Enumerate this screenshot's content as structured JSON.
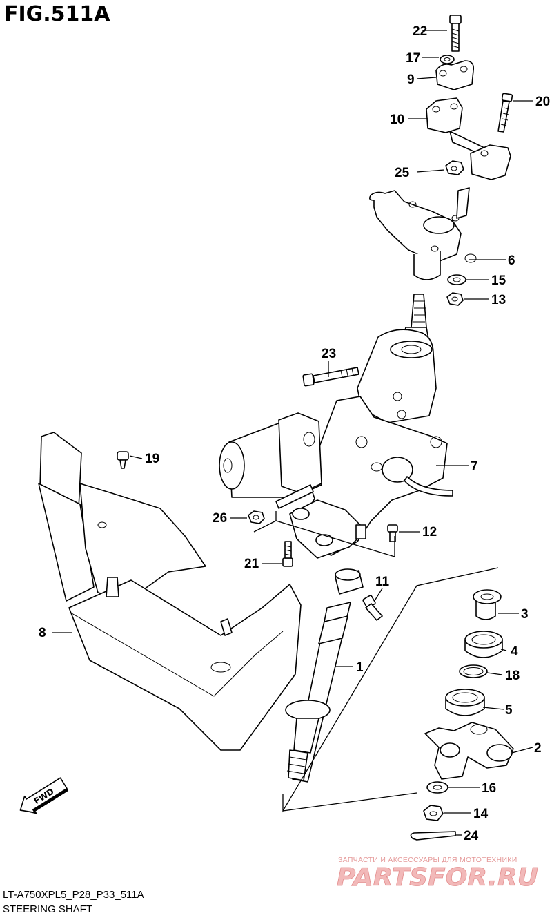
{
  "figure": {
    "title": "FIG.511A",
    "model_code": "LT-A750XPL5_P28_P33_511A",
    "caption": "STEERING SHAFT"
  },
  "watermark": {
    "tagline": "ЗАПЧАСТИ И АКСЕССУАРЫ ДЛЯ МОТОТЕХНИКИ",
    "brand": "PARTSFOR.RU"
  },
  "direction_badge": "FWD",
  "callouts": {
    "c1": "1",
    "c2": "2",
    "c3": "3",
    "c4": "4",
    "c5": "5",
    "c6": "6",
    "c7": "7",
    "c8": "8",
    "c9": "9",
    "c10": "10",
    "c11": "11",
    "c12": "12",
    "c13": "13",
    "c14": "14",
    "c15": "15",
    "c16": "16",
    "c17": "17",
    "c18": "18",
    "c19": "19",
    "c20": "20",
    "c21": "21",
    "c22": "22",
    "c23": "23",
    "c24": "24",
    "c25": "25",
    "c26": "26"
  }
}
